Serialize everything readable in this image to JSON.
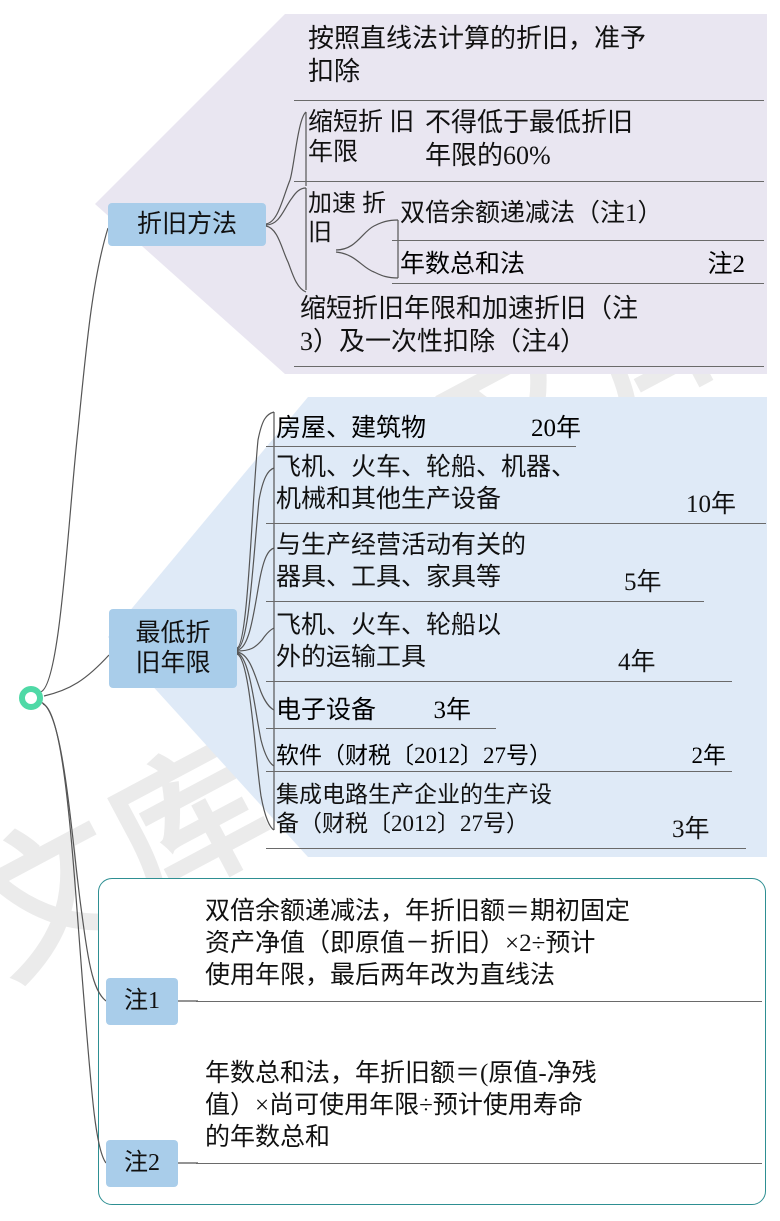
{
  "root": {
    "icon": "root-node-circle"
  },
  "watermark": {
    "text": "文库"
  },
  "branches": [
    {
      "id": "depreciation-method",
      "label": "折旧方法",
      "color": "#e9e6f1",
      "pill_color": "#a9cdea",
      "leaves": [
        {
          "id": "straight-line",
          "text": "按照直线法计算的折旧，准予\n扣除",
          "value": ""
        },
        {
          "id": "shorten-life",
          "label": "缩短折\n旧年限",
          "text": "不得低于最低折旧\n年限的60%",
          "value": ""
        },
        {
          "id": "accelerated",
          "label": "加速\n折旧",
          "children": [
            {
              "id": "double-declining",
              "text": "双倍余额递减法（注1）",
              "value": ""
            },
            {
              "id": "sum-of-years",
              "text": "年数总和法",
              "value": "注2"
            }
          ]
        },
        {
          "id": "shorten-and-accelerate",
          "text": "缩短折旧年限和加速折旧（注\n3）及一次性扣除（注4）",
          "value": ""
        }
      ]
    },
    {
      "id": "minimum-depreciation-life",
      "label": "最低折\n旧年限",
      "label_line1": "最低折",
      "label_line2": "旧年限",
      "color": "#dfeaf7",
      "pill_color": "#a9cdea",
      "leaves": [
        {
          "id": "buildings",
          "text": "房屋、建筑物",
          "value": "20年"
        },
        {
          "id": "aircraft-train-ship-machinery",
          "text": "飞机、火车、轮船、机器、\n机械和其他生产设备",
          "value": "10年"
        },
        {
          "id": "production-related-tools",
          "text": "与生产经营活动有关的\n器具、工具、家具等",
          "value": "5年"
        },
        {
          "id": "other-transport",
          "text": "飞机、火车、轮船以\n外的运输工具",
          "value": "4年"
        },
        {
          "id": "electronic-equipment",
          "text": "电子设备",
          "value": "3年"
        },
        {
          "id": "software",
          "text": "软件（财税〔2012〕27号）",
          "value": "2年"
        },
        {
          "id": "ic-production-equipment",
          "text": "集成电路生产企业的生产设\n备（财税〔2012〕27号）",
          "value": "3年"
        }
      ]
    },
    {
      "id": "notes",
      "color": "#ffffff",
      "border_color": "#2e8f92",
      "leaves": [
        {
          "id": "note-1",
          "label": "注1",
          "text": "双倍余额递减法，年折旧额＝期初固定\n资产净值（即原值－折旧）×2÷预计\n使用年限，最后两年改为直线法"
        },
        {
          "id": "note-2",
          "label": "注2",
          "text": "年数总和法，年折旧额＝(原值-净残\n值）×尚可使用年限÷预计使用寿命\n的年数总和"
        }
      ]
    }
  ]
}
